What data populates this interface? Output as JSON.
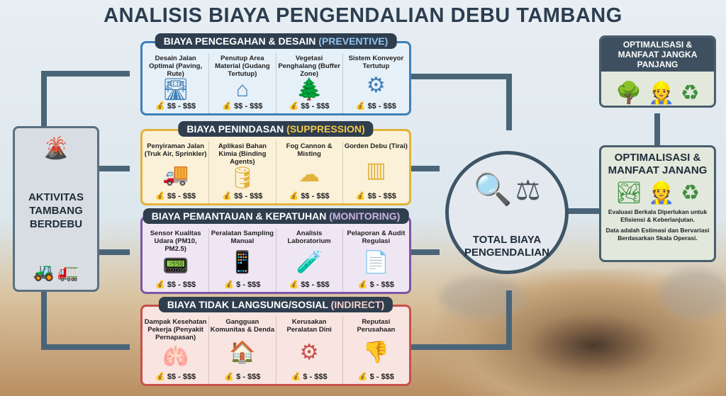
{
  "title": "ANALISIS BIAYA PENGENDALIAN DEBU TAMBANG",
  "source": {
    "label": "AKTIVITAS TAMBANG BERDEBU",
    "icons": [
      "volcano-blast-icon",
      "excavator-icon",
      "dump-truck-icon"
    ]
  },
  "categories": [
    {
      "key": "preventive",
      "title": "BIAYA PENCEGAHAN & DESAIN",
      "tag": "(PREVENTIVE)",
      "color": "#3f7fb6",
      "bg": "#e6f0f8",
      "tagColor": "#8fc3ee",
      "items": [
        {
          "label": "Desain Jalan Optimal (Paving, Rute)",
          "icon": "road-map-icon",
          "glyph": "🛣",
          "cost": "$$ - $$$"
        },
        {
          "label": "Penutup Area Material (Gudang Tertutup)",
          "icon": "warehouse-icon",
          "glyph": "⌂",
          "cost": "$$ - $$$"
        },
        {
          "label": "Vegetasi Penghalang (Buffer Zone)",
          "icon": "trees-icon",
          "glyph": "🌲",
          "cost": "$$ - $$$"
        },
        {
          "label": "Sistem Konveyor Tertutup",
          "icon": "conveyor-icon",
          "glyph": "⚙",
          "cost": "$$ - $$$"
        }
      ]
    },
    {
      "key": "suppression",
      "title": "BIAYA PENINDASAN",
      "tag": "(SUPPRESSION)",
      "color": "#e2b23a",
      "bg": "#fbf1d8",
      "tagColor": "#f3c84a",
      "items": [
        {
          "label": "Penyiraman Jalan (Truk Air, Sprinkler)",
          "icon": "water-truck-icon",
          "glyph": "🚚",
          "cost": "$$ - $$$"
        },
        {
          "label": "Aplikasi Bahan Kimia (Binding Agents)",
          "icon": "chemical-barrel-icon",
          "glyph": "🛢",
          "cost": "$$ - $$$"
        },
        {
          "label": "Fog Cannon & Misting",
          "icon": "fog-cannon-icon",
          "glyph": "☁",
          "cost": "$$ - $$$"
        },
        {
          "label": "Gorden Debu (Tirai)",
          "icon": "curtain-icon",
          "glyph": "▥",
          "cost": "$$ - $$$"
        }
      ]
    },
    {
      "key": "monitoring",
      "title": "BIAYA PEMANTAUAN & KEPATUHAN",
      "tag": "(MONITORING)",
      "color": "#7b56a6",
      "bg": "#efe6f4",
      "tagColor": "#c9b3e0",
      "items": [
        {
          "label": "Sensor Kualitas Udara (PM10, PM2.5)",
          "icon": "air-sensor-icon",
          "glyph": "📟",
          "cost": "$$ - $$$"
        },
        {
          "label": "Peralatan Sampling Manual",
          "icon": "handheld-device-icon",
          "glyph": "📱",
          "cost": "$ - $$$"
        },
        {
          "label": "Analisis Laboratorium",
          "icon": "test-tubes-icon",
          "glyph": "🧪",
          "cost": "$$ - $$$"
        },
        {
          "label": "Pelaporan & Audit Regulasi",
          "icon": "document-icon",
          "glyph": "📄",
          "cost": "$ - $$$"
        }
      ]
    },
    {
      "key": "indirect",
      "title": "BIAYA TIDAK LANGSUNG/SOSIAL",
      "tag": "(INDIRECT)",
      "color": "#c9504a",
      "bg": "#f8e4e0",
      "tagColor": "#f2d0cc",
      "items": [
        {
          "label": "Dampak Kesehatan Pekerja (Penyakit Pernapasan)",
          "icon": "lungs-doctor-icon",
          "glyph": "🫁",
          "cost": "$$ - $$$"
        },
        {
          "label": "Gangguan Komunitas & Denda",
          "icon": "house-gavel-icon",
          "glyph": "🏠",
          "cost": "$ - $$$"
        },
        {
          "label": "Kerusakan Peralatan Dini",
          "icon": "broken-gears-icon",
          "glyph": "⚙",
          "cost": "$ - $$$"
        },
        {
          "label": "Reputasi Perusahaan",
          "icon": "thumbs-down-icon",
          "glyph": "👎",
          "cost": "$ - $$$"
        }
      ]
    }
  ],
  "total": {
    "label": "TOTAL BIAYA PENGENDALIAN",
    "icons": [
      "magnifier-coins-icon",
      "balance-scale-icon"
    ]
  },
  "benefit_top": {
    "title": "OPTIMALISASI & MANFAAT JANGKA PANJANG",
    "icons": [
      "hands-nature-icon",
      "worker-plus-icon",
      "recycle-icon"
    ]
  },
  "benefit_bottom": {
    "title": "OPTIMALISASI & MANFAAT JANANG",
    "note1": "Evaluasi Berkala Diperlukan untuk Efisiensi & Keberlanjutan.",
    "note2": "Data adalah Estimasi dan Bervariasi Berdasarkan Skala Operasi.",
    "icons": [
      "nature-icon",
      "doctor-check-icon",
      "recycle-icon"
    ]
  }
}
